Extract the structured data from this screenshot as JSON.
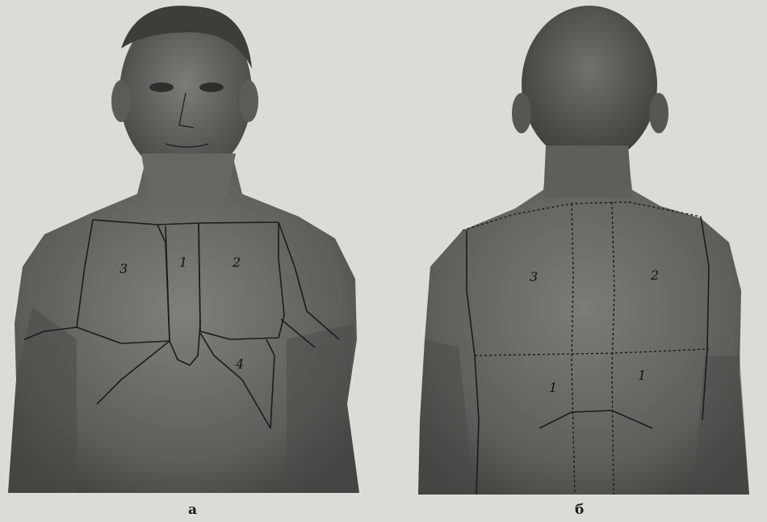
{
  "figures": [
    {
      "caption": "a",
      "view": "front",
      "region_labels": [
        "3",
        "1",
        "2",
        "4"
      ]
    },
    {
      "caption": "б",
      "view": "back",
      "region_labels": [
        "3",
        "2",
        "1",
        "1"
      ]
    }
  ],
  "colors": {
    "paper": "#dcdcd6",
    "body_shade": "#6f6f6b",
    "body_dark": "#4a4a47",
    "ink": "#1c1c1c"
  }
}
